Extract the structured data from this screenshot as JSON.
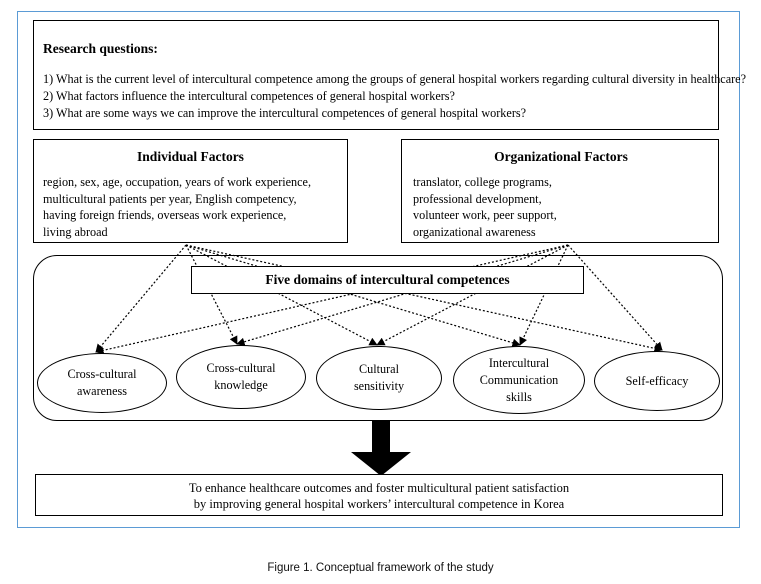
{
  "research_questions": {
    "title": "Research questions:",
    "items": [
      "1) What is the current level of intercultural competence among the groups of general hospital workers regarding cultural diversity in healthcare?",
      "2) What factors influence the intercultural competences of general hospital workers?",
      "3) What are some ways we can improve the intercultural competences of general hospital workers?"
    ]
  },
  "individual_factors": {
    "title": "Individual Factors",
    "lines": [
      "region, sex, age, occupation, years of work experience,",
      "multicultural patients per year, English competency,",
      "having foreign friends, overseas work experience,",
      "living abroad"
    ]
  },
  "organizational_factors": {
    "title": "Organizational Factors",
    "lines": [
      "translator, college programs,",
      "professional development,",
      "volunteer work, peer support,",
      "organizational awareness"
    ]
  },
  "domains": {
    "title": "Five domains of intercultural competences",
    "items": [
      "Cross-cultural\nawareness",
      "Cross-cultural\nknowledge",
      "Cultural\nsensitivity",
      "Intercultural\nCommunication\nskills",
      "Self-efficacy"
    ]
  },
  "goal": {
    "line1": "To enhance healthcare outcomes and foster multicultural patient satisfaction",
    "line2": "by improving general hospital workers’ intercultural competence in Korea"
  },
  "caption": "Figure 1. Conceptual framework of the study"
}
